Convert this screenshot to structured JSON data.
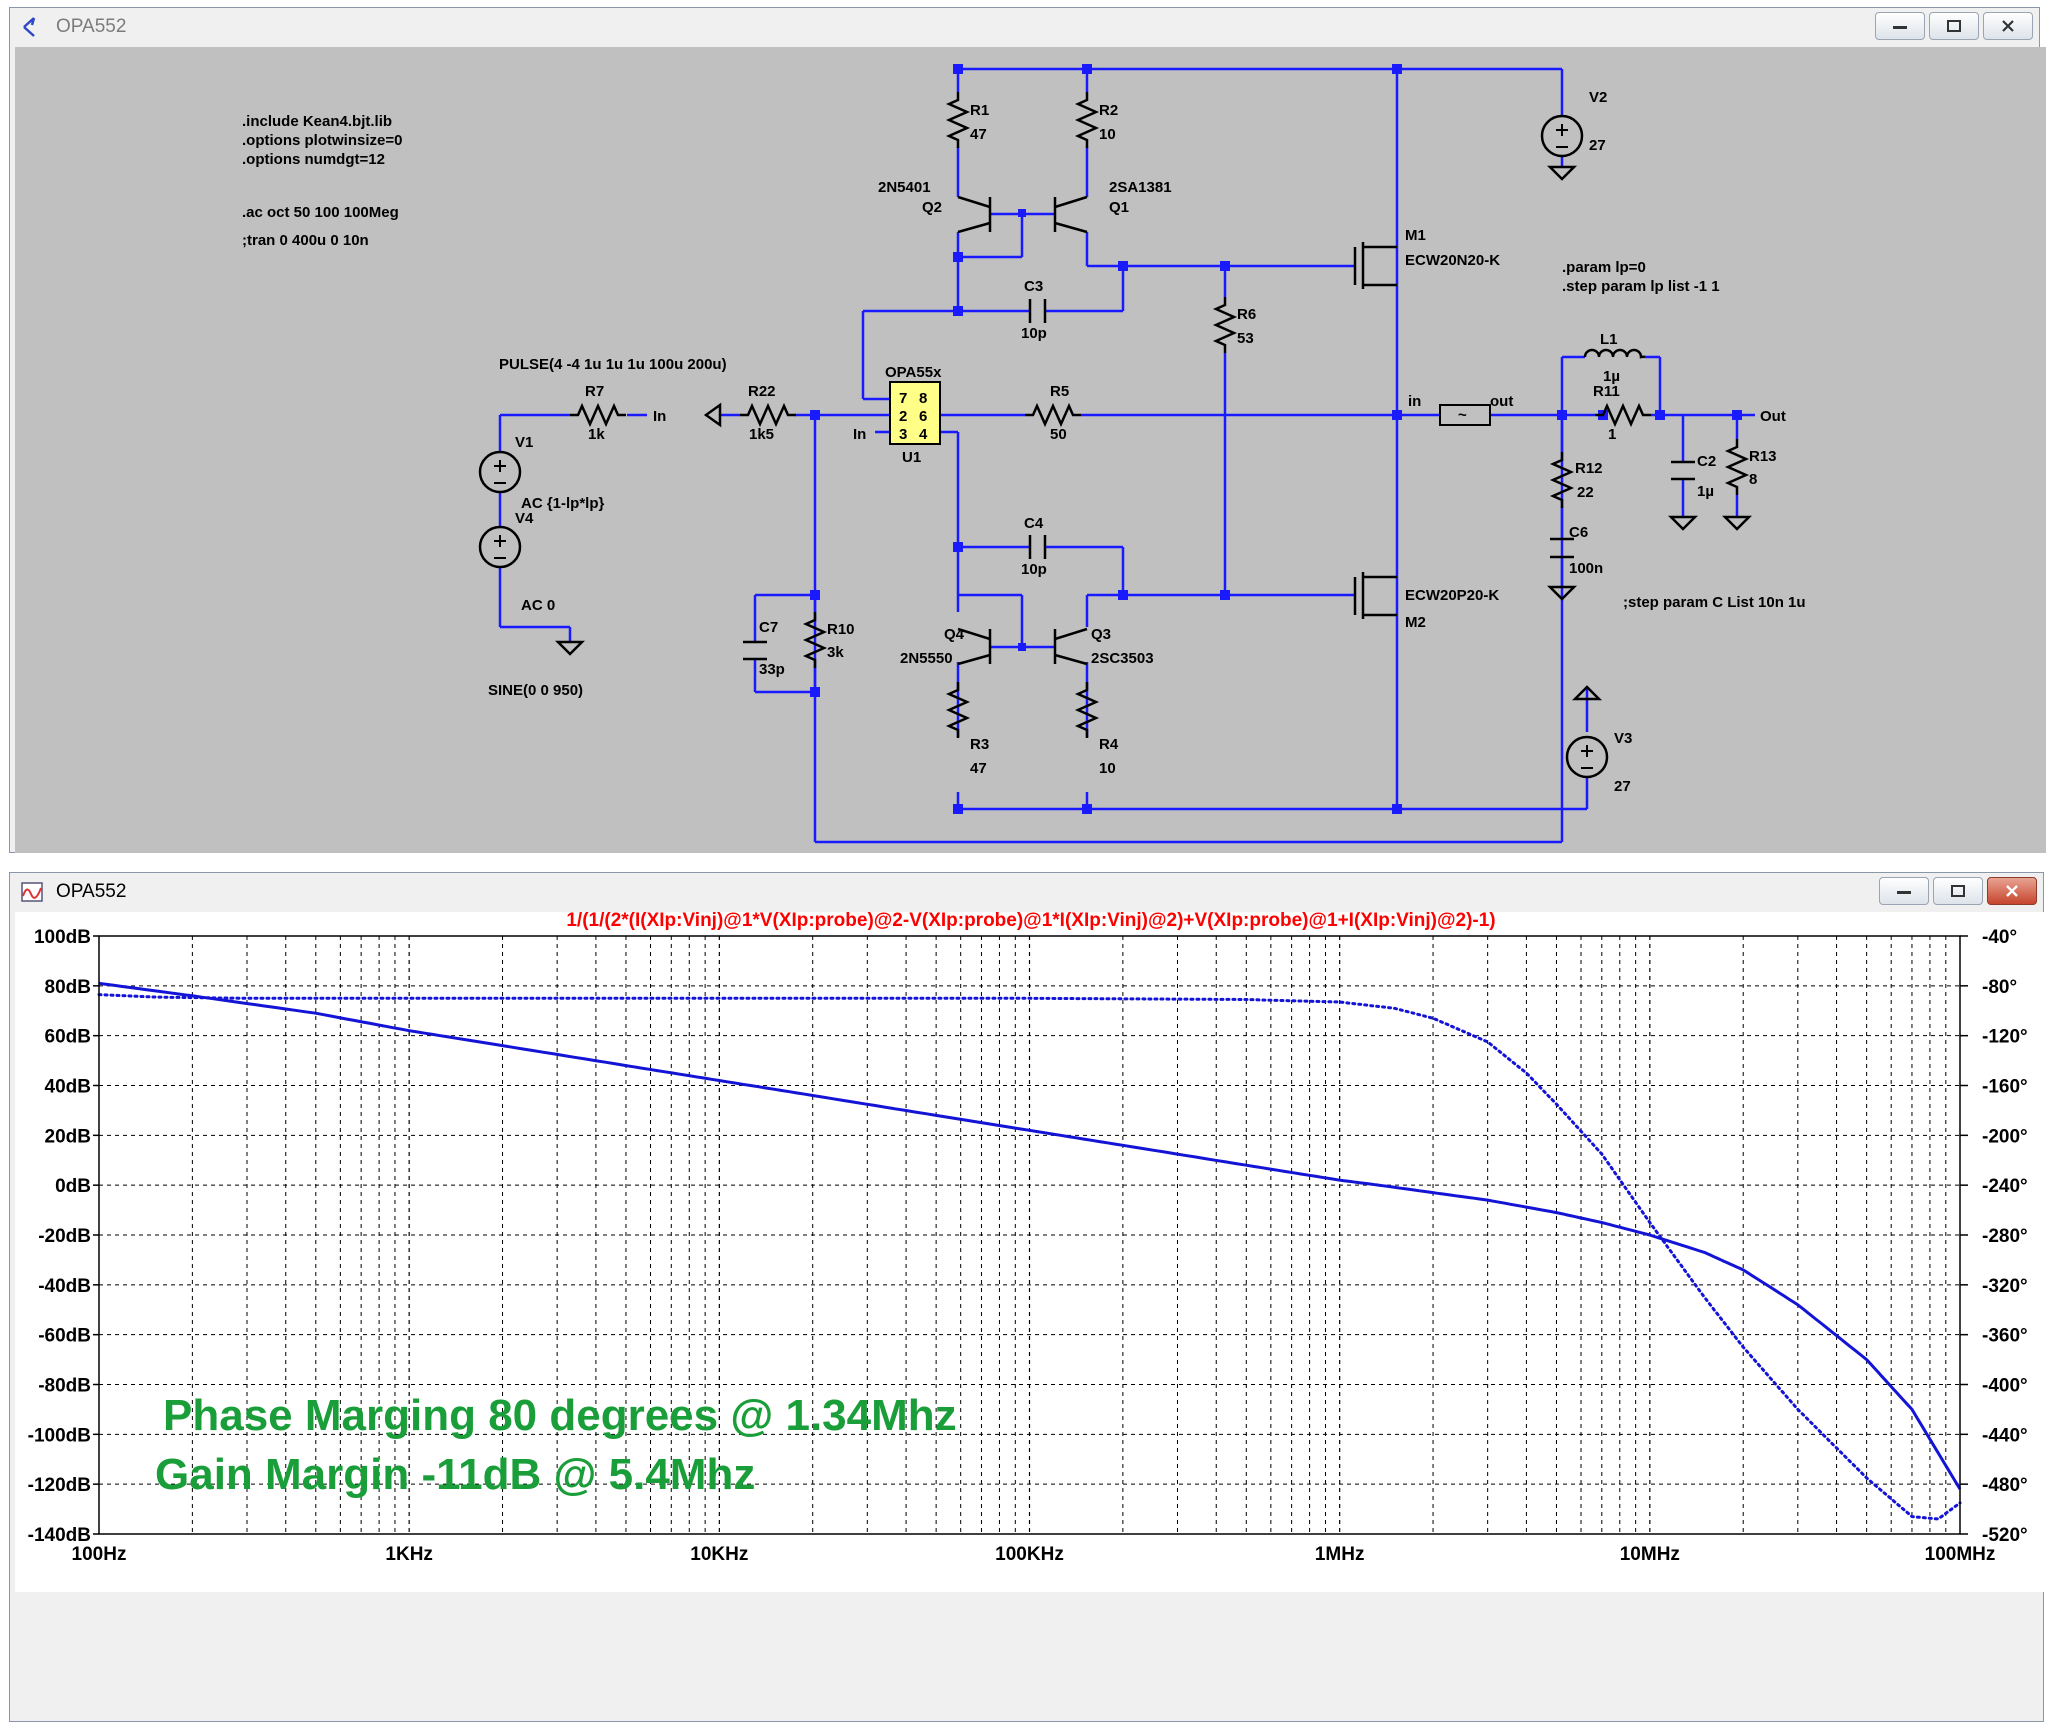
{
  "schematic_window": {
    "title": "OPA552",
    "directives": [
      ".include Kean4.bjt.lib",
      ".options plotwinsize=0",
      ".options numdgt=12"
    ],
    "ac_directive": ".ac oct 50 100 100Meg",
    "tran_directive": ";tran 0 400u 0 10n",
    "param_directive": ".param lp=0",
    "step_directive": ".step param lp list -1 1",
    "step_c_directive": ";step param C List 10n 1u",
    "pulse_source": "PULSE(4 -4 1u 1u 1u 100u 200u)",
    "sine_source": "SINE(0 0 950)",
    "v1_ac": "AC {1-lp*lp}",
    "v4_ac": "AC 0",
    "opamp_name": "OPA55x",
    "opamp_pins": [
      "7",
      "8",
      "2",
      "6",
      "3",
      "4"
    ],
    "components": {
      "R1": {
        "name": "R1",
        "value": "47"
      },
      "R2": {
        "name": "R2",
        "value": "10"
      },
      "R3": {
        "name": "R3",
        "value": "47"
      },
      "R4": {
        "name": "R4",
        "value": "10"
      },
      "R5": {
        "name": "R5",
        "value": "50"
      },
      "R6": {
        "name": "R6",
        "value": "53"
      },
      "R7": {
        "name": "R7",
        "value": "1k"
      },
      "R10": {
        "name": "R10",
        "value": "3k"
      },
      "R11": {
        "name": "R11",
        "value": "1"
      },
      "R12": {
        "name": "R12",
        "value": "22"
      },
      "R13": {
        "name": "R13",
        "value": "8"
      },
      "R22": {
        "name": "R22",
        "value": "1k5"
      },
      "C2": {
        "name": "C2",
        "value": "1µ"
      },
      "C3": {
        "name": "C3",
        "value": "10p"
      },
      "C4": {
        "name": "C4",
        "value": "10p"
      },
      "C6": {
        "name": "C6",
        "value": "100n"
      },
      "C7": {
        "name": "C7",
        "value": "33p"
      },
      "L1": {
        "name": "L1",
        "value": "1µ"
      },
      "V1": "V1",
      "V2": {
        "name": "V2",
        "value": "27"
      },
      "V3": {
        "name": "V3",
        "value": "27"
      },
      "V4": "V4",
      "Q1": {
        "name": "Q1",
        "model": "2SA1381"
      },
      "Q2": {
        "name": "Q2",
        "model": "2N5401"
      },
      "Q3": {
        "name": "Q3",
        "model": "2SC3503"
      },
      "Q4": {
        "name": "Q4",
        "model": "2N5550"
      },
      "M1": {
        "name": "M1",
        "model": "ECW20N20-K"
      },
      "M2": {
        "name": "M2",
        "model": "ECW20P20-K"
      },
      "U1": "U1"
    },
    "net_labels": {
      "in_r7": "In",
      "in_u1": "In",
      "probe_in": "in",
      "probe_out": "out",
      "out": "Out",
      "probe_sym": "~"
    }
  },
  "plot_window": {
    "title": "OPA552",
    "expression": "1/(1/(2*(I(XIp:Vinj)@1*V(XIp:probe)@2-V(XIp:probe)@1*I(XIp:Vinj)@2)+V(XIp:probe)@1+I(XIp:Vinj)@2)-1)",
    "annotation_1": "Phase Marging 80 degrees @ 1.34Mhz",
    "annotation_2": "Gain Margin -11dB @ 5.4Mhz",
    "colors": {
      "trace": "#1414d6",
      "title": "#ff0000",
      "annotation": "#1a9e3a",
      "grid": "#000000"
    }
  },
  "chart_data": {
    "type": "line",
    "title": "1/(1/(2*(I(XIp:Vinj)@1*V(XIp:probe)@2-V(XIp:probe)@1*I(XIp:Vinj)@2)+V(XIp:probe)@1+I(XIp:Vinj)@2)-1)",
    "x_scale": "log",
    "xlim": [
      100,
      100000000
    ],
    "ylim": [
      -140,
      100
    ],
    "y2lim": [
      -520,
      -40
    ],
    "x_tick_labels": [
      "100Hz",
      "1KHz",
      "10KHz",
      "100KHz",
      "1MHz",
      "10MHz",
      "100MHz"
    ],
    "y_tick_labels": [
      "100dB",
      "80dB",
      "60dB",
      "40dB",
      "20dB",
      "0dB",
      "-20dB",
      "-40dB",
      "-60dB",
      "-80dB",
      "-100dB",
      "-120dB",
      "-140dB"
    ],
    "y2_tick_labels": [
      "-40°",
      "-80°",
      "-120°",
      "-160°",
      "-200°",
      "-240°",
      "-280°",
      "-320°",
      "-360°",
      "-400°",
      "-440°",
      "-480°",
      "-520°"
    ],
    "grid": true,
    "series": [
      {
        "style": "solid",
        "axis": "magnitude_dB",
        "x": [
          100,
          200,
          500,
          1000,
          2000,
          5000,
          10000,
          20000,
          50000,
          100000,
          200000,
          500000,
          1000000,
          1340000,
          2000000,
          3000000,
          5000000,
          7000000,
          10000000,
          15000000,
          20000000,
          30000000,
          50000000,
          70000000,
          100000000
        ],
        "y": [
          81,
          76,
          69,
          62,
          56,
          48,
          42,
          36,
          28,
          22,
          16,
          8,
          2,
          0,
          -3,
          -6,
          -11,
          -15,
          -20,
          -27,
          -34,
          -48,
          -70,
          -90,
          -122
        ]
      },
      {
        "style": "dotted",
        "axis": "phase_deg",
        "x": [
          100,
          150,
          300,
          1000,
          10000,
          100000,
          500000,
          1000000,
          1500000,
          2000000,
          3000000,
          4000000,
          5000000,
          7000000,
          10000000,
          15000000,
          20000000,
          30000000,
          50000000,
          70000000,
          85000000,
          100000000
        ],
        "y": [
          -87,
          -89,
          -90,
          -90,
          -90,
          -90,
          -91,
          -93,
          -98,
          -106,
          -125,
          -150,
          -175,
          -215,
          -270,
          -330,
          -370,
          -420,
          -475,
          -506,
          -508,
          -495
        ]
      }
    ]
  }
}
